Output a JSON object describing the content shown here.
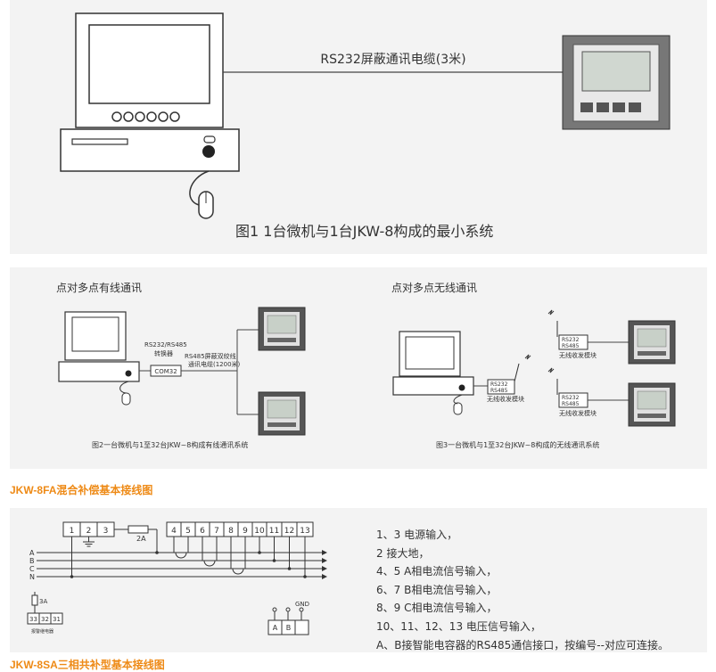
{
  "fig1": {
    "cable_label": "RS232屏蔽通讯电缆(3米)",
    "caption": "图1  1台微机与1台JKW-8构成的最小系统"
  },
  "fig2": {
    "title": "点对多点有线通讯",
    "converter_label_1": "RS232/RS485",
    "converter_label_2": "转换器",
    "com_port": "COM32",
    "cable_label_1": "RS485屏蔽双绞线",
    "cable_label_2": "通讯电缆(1200米)",
    "caption": "图2一台微机与1至32台JKW~8构成有线通讯系统"
  },
  "fig3": {
    "title": "点对多点无线通讯",
    "rs232": "RS232",
    "rs485": "RS485",
    "module_label": "无线收发模块",
    "caption": "图3一台微机与1至32台JKW~8构成的无线通讯系统"
  },
  "section_8fa": {
    "heading": "JKW-8FA混合补偿基本接线图",
    "terminals_left": [
      "1",
      "2",
      "3"
    ],
    "terminals_right": [
      "4",
      "5",
      "6",
      "7",
      "8",
      "9",
      "10",
      "11",
      "12",
      "13"
    ],
    "fuse_label": "2A",
    "phases": [
      "A",
      "B",
      "C",
      "N"
    ],
    "small_fuse_label": "3A",
    "relay_terminals": [
      "33",
      "32",
      "31"
    ],
    "relay_caption": "报警继电器",
    "gnd_label": "GND",
    "comm_terminals": [
      "A",
      "B"
    ],
    "legend": [
      "1、3 电源输入，",
      "2 接大地，",
      "4、5 A相电流信号输入，",
      "6、7 B相电流信号输入，",
      "8、9 C相电流信号输入，",
      "10、11、12、13 电压信号输入，",
      "A、B接智能电容器的RS485通信接口，按编号--对应可连接。"
    ]
  },
  "section_8sa": {
    "heading": "JKW-8SA三相共补型基本接线图"
  }
}
